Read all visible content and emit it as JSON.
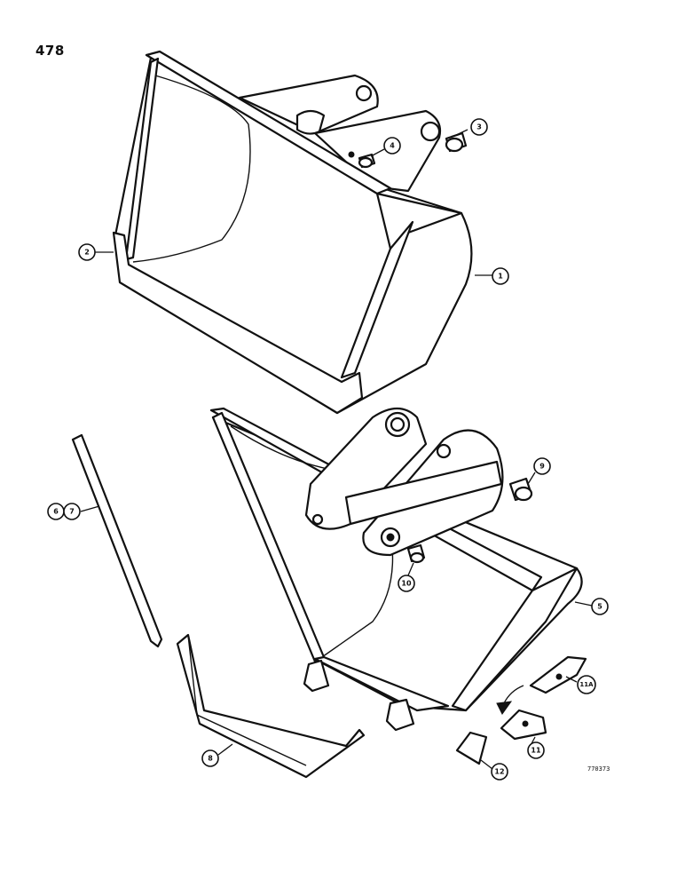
{
  "page_number": "478",
  "figure_code": "770373",
  "callouts": {
    "c1": "1",
    "c2": "2",
    "c3": "3",
    "c4": "4",
    "c5": "5",
    "c67a": "6",
    "c67b": "7",
    "c8": "8",
    "c9": "9",
    "c10": "10",
    "c11": "11",
    "c11a": "11A",
    "c12": "12"
  }
}
